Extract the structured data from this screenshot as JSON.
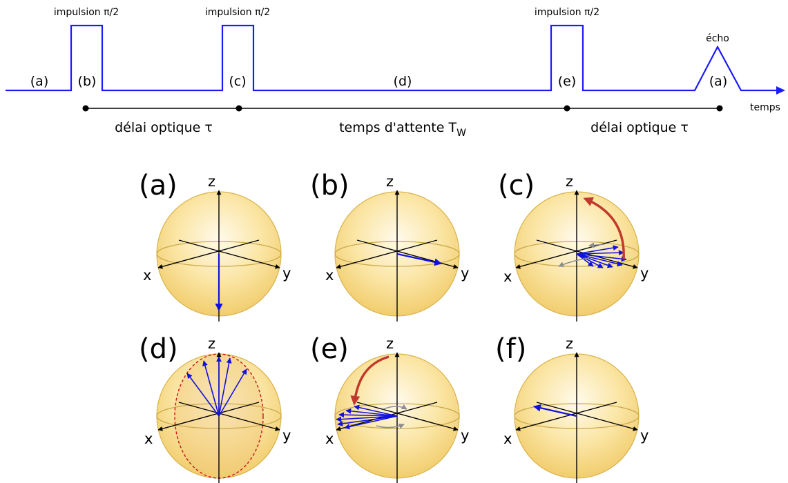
{
  "timeline": {
    "pulse_label": "impulsion π/2",
    "echo_label": "écho",
    "time_axis_label": "temps",
    "segment_labels": [
      "(a)",
      "(b)",
      "(c)",
      "(d)",
      "(e)",
      "(a)"
    ],
    "delay_label_1": "délai optique τ",
    "wait_label_main": "temps d'attente T",
    "wait_label_sub": "W",
    "delay_label_2": "délai optique τ"
  },
  "spheres": [
    {
      "label": "(a)",
      "z": "z",
      "x": "x",
      "y": "y"
    },
    {
      "label": "(b)",
      "z": "z",
      "x": "x",
      "y": "y"
    },
    {
      "label": "(c)",
      "z": "z",
      "x": "x",
      "y": "y"
    },
    {
      "label": "(d)",
      "z": "z",
      "x": "x",
      "y": "y"
    },
    {
      "label": "(e)",
      "z": "z",
      "x": "x",
      "y": "y"
    },
    {
      "label": "(f)",
      "z": "z",
      "x": "x",
      "y": "y"
    }
  ],
  "colors": {
    "pulse_line": "#1a1aff",
    "vector": "#1010e0",
    "rotation_arrow": "#c0392b",
    "dephasing_arrow": "#8c8c8c",
    "sphere_fill": "#f7d77a",
    "sphere_edge": "#d9b24a"
  }
}
